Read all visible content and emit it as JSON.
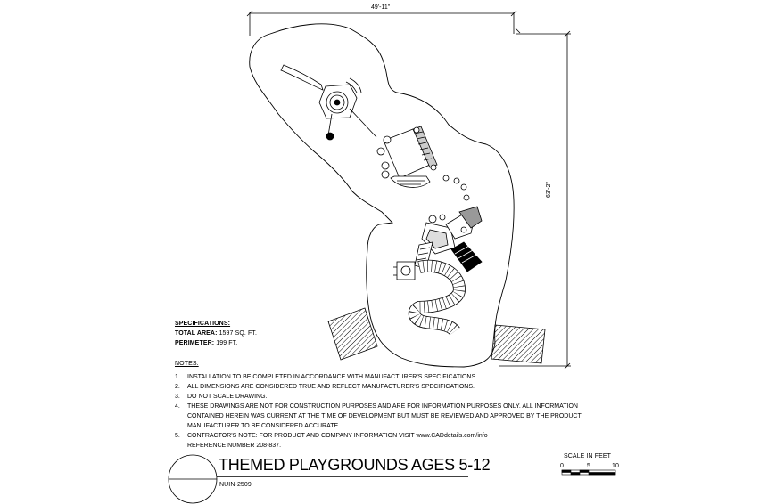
{
  "dimensions": {
    "width_label": "49'-11\"",
    "height_label": "63'-2\""
  },
  "specifications": {
    "heading": "SPECIFICATIONS:",
    "total_area_label": "TOTAL AREA:",
    "total_area_value": "1597 SQ. FT.",
    "perimeter_label": "PERIMETER:",
    "perimeter_value": "199 FT."
  },
  "notes": {
    "heading": "NOTES:",
    "items": [
      {
        "num": "1.",
        "lines": [
          "INSTALLATION TO BE COMPLETED IN ACCORDANCE WITH MANUFACTURER'S SPECIFICATIONS."
        ]
      },
      {
        "num": "2.",
        "lines": [
          "ALL DIMENSIONS ARE CONSIDERED TRUE AND REFLECT MANUFACTURER'S SPECIFICATIONS."
        ]
      },
      {
        "num": "3.",
        "lines": [
          "DO NOT SCALE DRAWING."
        ]
      },
      {
        "num": "4.",
        "lines": [
          "THESE DRAWINGS ARE NOT FOR CONSTRUCTION PURPOSES AND ARE FOR INFORMATION PURPOSES ONLY. ALL INFORMATION",
          "CONTAINED HEREIN WAS CURRENT AT THE TIME OF DEVELOPMENT BUT MUST BE REVIEWED AND APPROVED BY THE PRODUCT",
          "MANUFACTURER TO BE CONSIDERED ACCURATE."
        ]
      },
      {
        "num": "5.",
        "lines": [
          "CONTRACTOR'S NOTE: FOR PRODUCT AND COMPANY INFORMATION VISIT www.CADdetails.com/info",
          "REFERENCE NUMBER 208-837."
        ]
      }
    ]
  },
  "title_block": {
    "title": "THEMED PLAYGROUNDS AGES 5-12",
    "code": "NUIN-2509"
  },
  "scale": {
    "label": "SCALE IN FEET",
    "ticks": [
      "0",
      "5",
      "10"
    ]
  }
}
